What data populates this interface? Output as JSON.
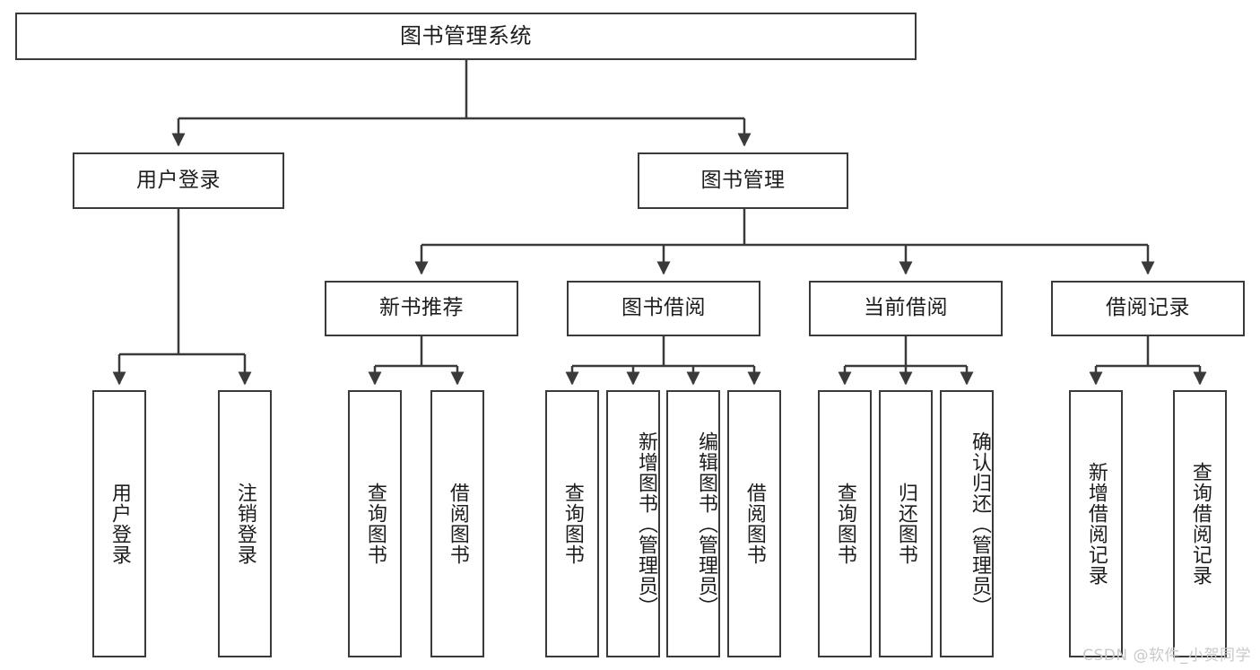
{
  "diagram": {
    "title": "图书管理系统",
    "type": "tree-hierarchy",
    "root": {
      "label": "图书管理系统"
    },
    "level2": [
      {
        "label": "用户登录"
      },
      {
        "label": "图书管理"
      }
    ],
    "level3": [
      {
        "label": "新书推荐"
      },
      {
        "label": "图书借阅"
      },
      {
        "label": "当前借阅"
      },
      {
        "label": "借阅记录"
      }
    ],
    "leaves": {
      "user_login": [
        {
          "label": "用户登录"
        },
        {
          "label": "注销登录"
        }
      ],
      "new_book_recommend": [
        {
          "label": "查询图书"
        },
        {
          "label": "借阅图书"
        }
      ],
      "book_borrow": [
        {
          "label": "查询图书"
        },
        {
          "label": "新增图书（管理员）"
        },
        {
          "label": "编辑图书（管理员）"
        },
        {
          "label": "借阅图书"
        }
      ],
      "current_borrow": [
        {
          "label": "查询图书"
        },
        {
          "label": "归还图书"
        },
        {
          "label": "确认归还（管理员）"
        }
      ],
      "borrow_record": [
        {
          "label": "新增借阅记录"
        },
        {
          "label": "查询借阅记录"
        }
      ]
    },
    "watermark": "CSDN @软件_小贺同学",
    "colors": {
      "border": "#3a3a3a",
      "text": "#1d1d1d",
      "background": "#ffffff",
      "watermark": "#c9c9c9"
    }
  }
}
